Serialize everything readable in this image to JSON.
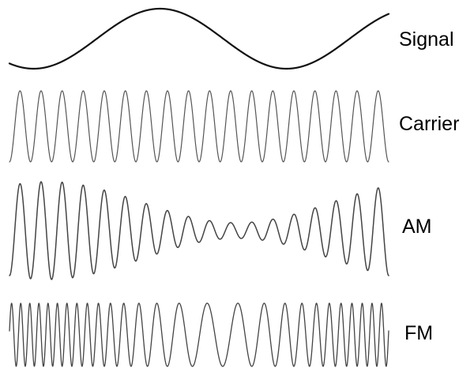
{
  "diagram": {
    "colors": {
      "background": "#ffffff",
      "signal_stroke": "#111111",
      "carrier_stroke": "#555555",
      "am_stroke": "#444444",
      "fm_stroke": "#444444"
    },
    "rows": [
      {
        "id": "signal",
        "label": "Signal",
        "kind": "message",
        "cycles": 1.5
      },
      {
        "id": "carrier",
        "label": "Carrier",
        "kind": "carrier",
        "cycles": 18
      },
      {
        "id": "am",
        "label": "AM",
        "kind": "amplitude-modulated",
        "cycles": 18
      },
      {
        "id": "fm",
        "label": "FM",
        "kind": "frequency-modulated",
        "cycles": 27
      }
    ]
  }
}
